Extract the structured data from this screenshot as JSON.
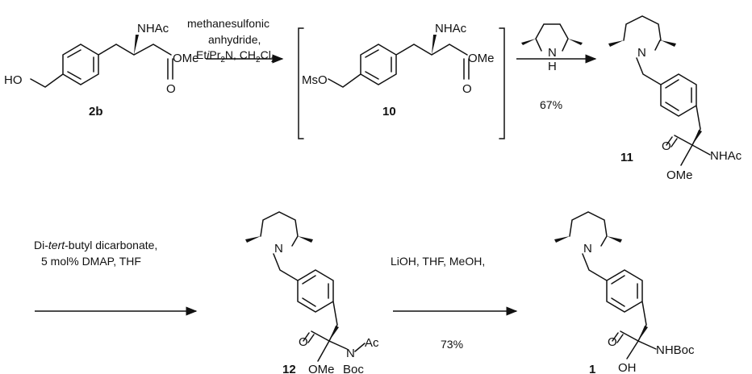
{
  "compounds": {
    "c2b": {
      "label": "2b",
      "ho": "HO",
      "nhac": "NHAc",
      "o": "O",
      "ome": "OMe"
    },
    "c10": {
      "label": "10",
      "mso": "MsO",
      "nhac": "NHAc",
      "o": "O",
      "ome": "OMe"
    },
    "c11": {
      "label": "11",
      "n": "N",
      "o": "O",
      "nhac": "NHAc",
      "ome": "OMe"
    },
    "c12": {
      "label": "12",
      "n_pip": "N",
      "o": "O",
      "n_amide": "N",
      "ac": "Ac",
      "ome": "OMe",
      "boc": "Boc"
    },
    "c1": {
      "label": "1",
      "n": "N",
      "o": "O",
      "nhboc": "NHBoc",
      "oh": "OH"
    }
  },
  "reagents": {
    "step1": {
      "line1": "methanesulfonic",
      "line2": "anhydride,",
      "line3": "Et",
      "line3_italic": "i",
      "line3_rest": "Pr",
      "line3_sub": "2",
      "line3_end": "N, CH",
      "line3_sub2": "2",
      "line3_end2": "Cl",
      "line3_sub3": "2"
    },
    "step2": {
      "amine_n": "N",
      "amine_h": "H",
      "yield": "67%"
    },
    "step3": {
      "line1_a": "Di-",
      "line1_italic": "tert",
      "line1_b": "-butyl dicarbonate,",
      "line2": "5 mol% DMAP, THF"
    },
    "step4": {
      "line1": "LiOH, THF, MeOH,",
      "yield": "73%"
    }
  },
  "colors": {
    "ink": "#111111",
    "background": "#ffffff"
  }
}
